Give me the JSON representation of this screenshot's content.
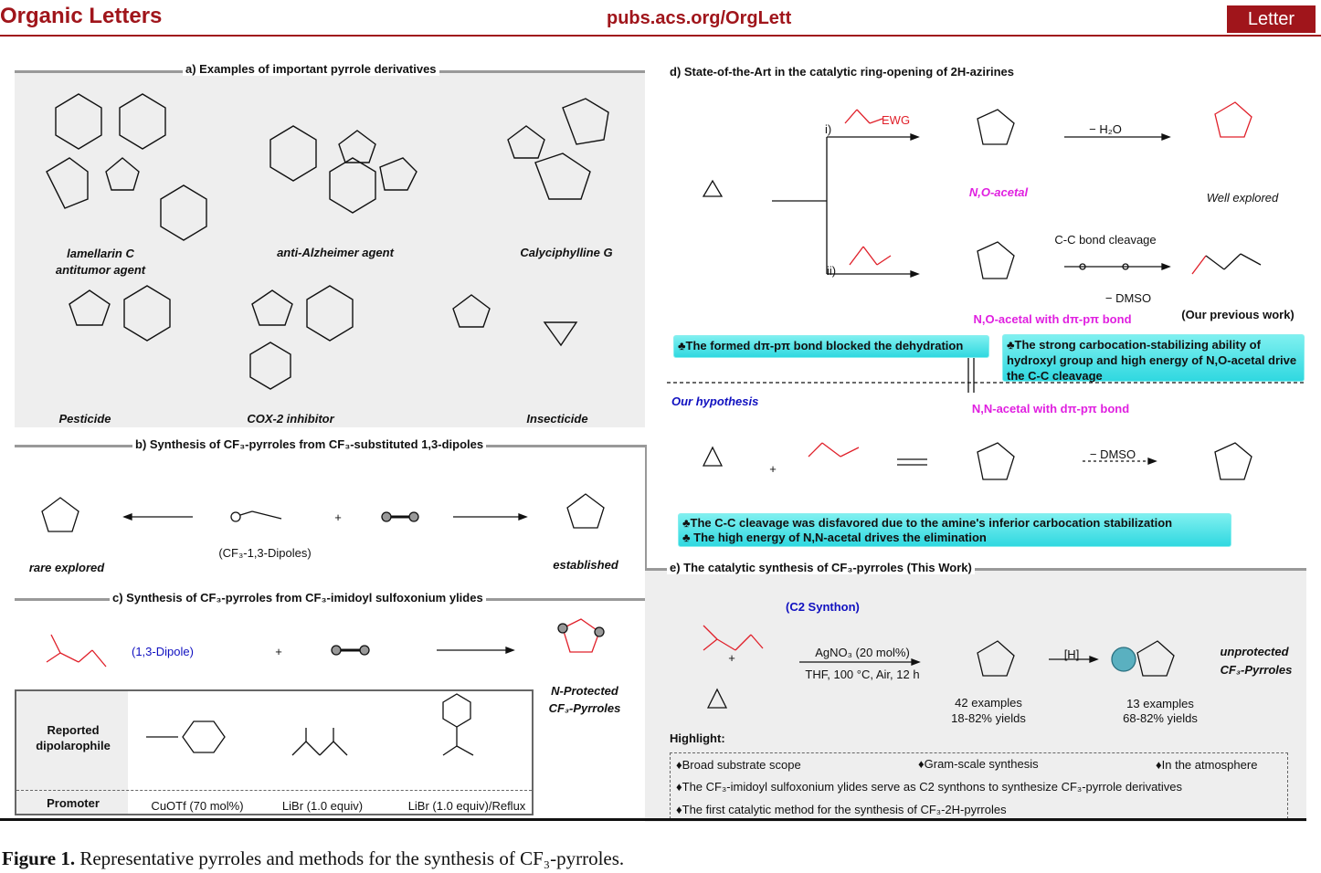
{
  "header": {
    "journal": "Organic Letters",
    "url": "pubs.acs.org/OrgLett",
    "type": "Letter"
  },
  "a": {
    "title": "a) Examples of important pyrrole derivatives",
    "items": [
      "lamellarin C",
      "antitumor agent",
      "anti-Alzheimer agent",
      "Calyciphylline G",
      "Pesticide",
      "COX-2 inhibitor",
      "Insecticide"
    ]
  },
  "b": {
    "title": "b) Synthesis of CF₃-pyrroles from CF₃-substituted 1,3-dipoles",
    "rare": "rare explored",
    "dipoles": "(CF₃-1,3-Dipoles)",
    "established": "established",
    "plus": "+"
  },
  "c": {
    "title": "c) Synthesis of CF₃-pyrroles from CF₃-imidoyl sulfoxonium ylides",
    "dipole": "(1,3-Dipole)",
    "plus": "+",
    "product1": "N-Protected",
    "product2": "CF₃-Pyrroles",
    "table": {
      "row1": "Reported dipolarophile",
      "row2": "Promoter",
      "promoters": [
        "CuOTf (70 mol%)",
        "LiBr (1.0 equiv)",
        "LiBr (1.0 equiv)/Reflux"
      ]
    }
  },
  "d": {
    "title": "d) State-of-the-Art in the catalytic ring-opening of 2H-azirines",
    "i": "i)",
    "ii": "ii)",
    "ewg": "EWG",
    "minus_h2o": "− H₂O",
    "no_acetal": "N,O-acetal",
    "well": "Well explored",
    "cc": "C-C bond cleavage",
    "dmso": "− DMSO",
    "no_acetal_d": "N,O-acetal with dπ-pπ bond",
    "previous": "(Our previous work)",
    "box1": "♣The formed dπ-pπ bond blocked the dehydration",
    "box2": "♣The strong carbocation-stabilizing ability of hydroxyl group and high energy of N,O-acetal drive the C-C cleavage",
    "hypothesis": "Our hypothesis",
    "nn_acetal": "N,N-acetal with dπ-pπ bond",
    "plus": "+",
    "dmso2": "− DMSO",
    "box3a": "♣The C-C cleavage was disfavored due to the amine's inferior carbocation stabilization",
    "box3b": "♣ The high energy of N,N-acetal drives the elimination"
  },
  "e": {
    "title": "e) The catalytic synthesis of CF₃-pyrroles (This Work)",
    "synthon": "(C2 Synthon)",
    "plus": "+",
    "cond1": "AgNO₃ (20 mol%)",
    "cond2": "THF, 100 °C, Air, 12 h",
    "ex1": "42 examples",
    "y1": "18-82% yields",
    "h": "[H]",
    "ex2": "13 examples",
    "y2": "68-82% yields",
    "prod1": "unprotected",
    "prod2": "CF₃-Pyrroles",
    "highlight": "Highlight:",
    "points": [
      "♦Broad substrate scope",
      "♦Gram-scale synthesis",
      "♦In the atmosphere",
      "♦The CF₃-imidoyl sulfoxonium ylides serve as C2 synthons to synthesize CF₃-pyrrole derivatives",
      "♦The first catalytic method for the synthesis of CF₃-2H-pyrroles"
    ]
  },
  "caption": {
    "label": "Figure 1.",
    "text": " Representative pyrroles and methods for the synthesis of CF₃-pyrroles."
  },
  "colors": {
    "brand": "#a0151b",
    "red": "#e0202a",
    "magenta": "#e020e0",
    "cyan": "#30d8e0"
  }
}
